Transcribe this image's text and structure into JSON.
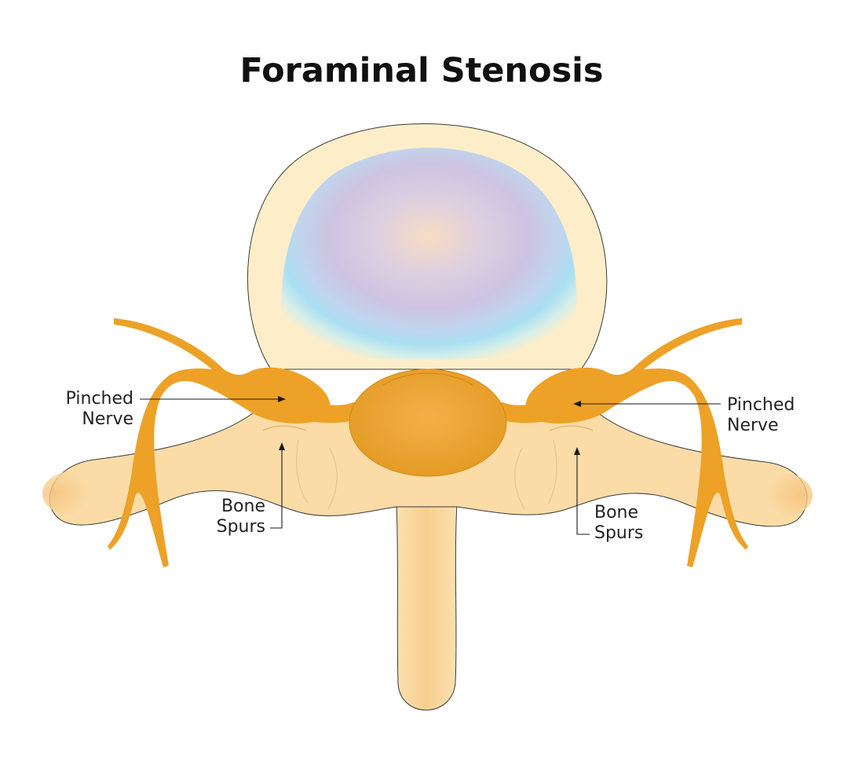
{
  "title": "Foraminal Stenosis",
  "labels": {
    "left_nerve": {
      "line1": "Pinched",
      "line2": "Nerve"
    },
    "right_nerve": {
      "line1": "Pinched",
      "line2": "Nerve"
    },
    "left_spurs": {
      "line1": "Bone",
      "line2": "Spurs"
    },
    "right_spurs": {
      "line1": "Bone",
      "line2": "Spurs"
    }
  },
  "colors": {
    "bone": "#fbdca7",
    "bone_shadow": "#f2bf77",
    "nerve": "#eda127",
    "nerve_dark": "#d88912",
    "disc_outer": "#fdeec9",
    "disc_blue": "#a9dff2",
    "disc_purple": "#cdc4e2"
  }
}
